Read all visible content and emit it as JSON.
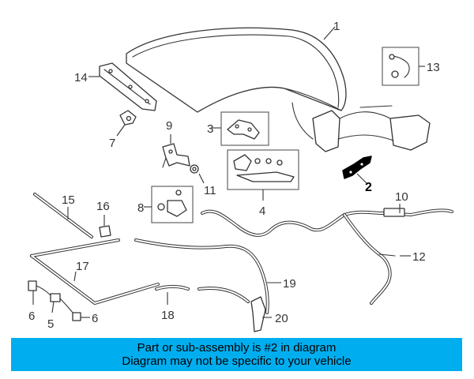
{
  "labels": {
    "p1": "1",
    "p2": "2",
    "p3": "3",
    "p4": "4",
    "p5": "5",
    "p6a": "6",
    "p6b": "6",
    "p7": "7",
    "p8": "8",
    "p9": "9",
    "p10": "10",
    "p11": "11",
    "p12": "12",
    "p13": "13",
    "p14": "14",
    "p15": "15",
    "p16": "16",
    "p17": "17",
    "p18": "18",
    "p19": "19",
    "p20": "20"
  },
  "banner": {
    "line1": "Part or sub-assembly is #2 in diagram",
    "line2": "Diagram may not be specific to your vehicle",
    "color": "#00aeef"
  },
  "highlight_color": "#000000"
}
